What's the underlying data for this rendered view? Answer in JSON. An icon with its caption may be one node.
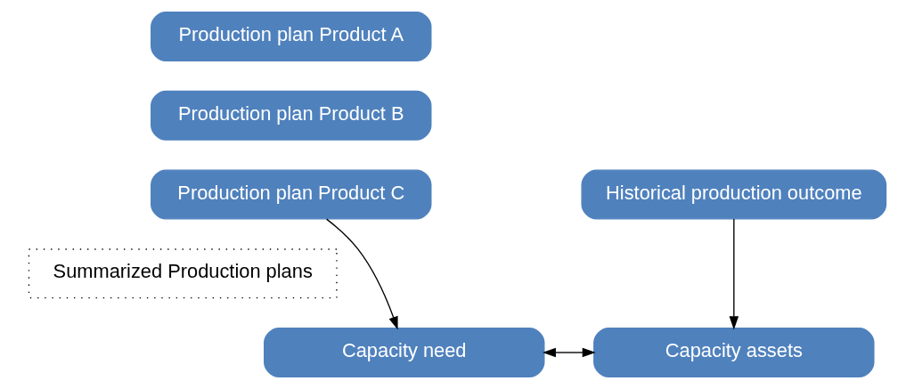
{
  "diagram": {
    "nodes": [
      {
        "text": [
          "Production plan Product A"
        ]
      },
      {
        "text": [
          "Production plan Product B"
        ]
      },
      {
        "text": [
          "Production plan Product C"
        ]
      },
      {
        "text": [
          "Summarized Production plans"
        ]
      },
      {
        "text": [
          "Historical production outcome"
        ]
      },
      {
        "text": [
          "Capacity need"
        ]
      },
      {
        "text": [
          "Capacity assets"
        ]
      }
    ],
    "edges": [
      {
        "from": 2,
        "to": 5,
        "arrow": "to"
      },
      {
        "from": 4,
        "to": 6,
        "arrow": "to"
      },
      {
        "from": 5,
        "to": 6,
        "arrow": "both"
      }
    ]
  }
}
